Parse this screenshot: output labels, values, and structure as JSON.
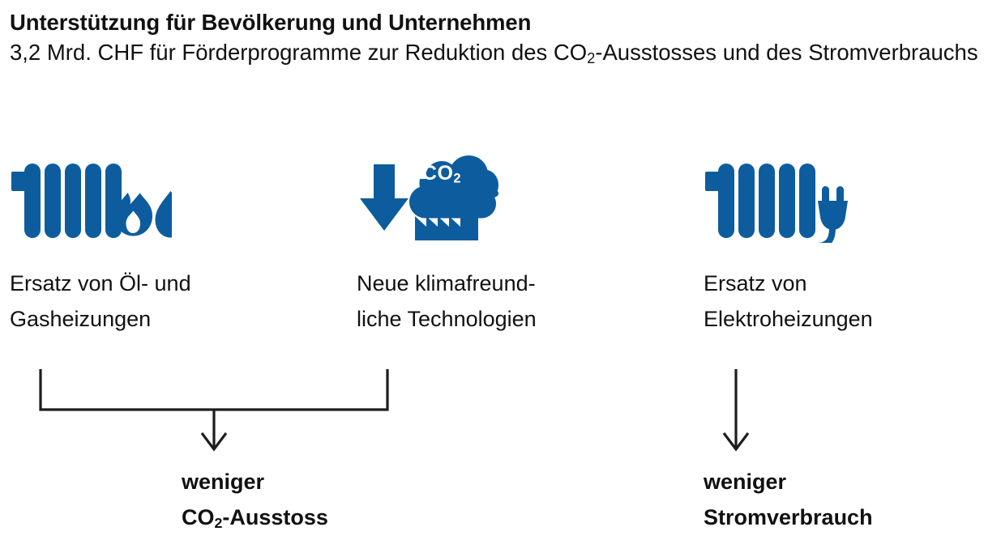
{
  "header": {
    "title": "Unterstützung für Bevölkerung und Unternehmen",
    "subtitle_line1_a": "3,2 Mrd. CHF für Förderprogramme zur Reduktion des CO",
    "subtitle_sub1": "2",
    "subtitle_line1_b": "-Ausstosses und",
    "subtitle_line2": "des Stromverbrauchs"
  },
  "colors": {
    "icon_blue": "#0d5d9e",
    "text": "#111111",
    "connector": "#1d1d1d",
    "background": "#ffffff"
  },
  "columns": [
    {
      "id": "oil-gas",
      "icon": "radiator-flame-droplet-icon",
      "caption_line1": "Ersatz von Öl- und",
      "caption_line2": "Gasheizungen"
    },
    {
      "id": "new-tech",
      "icon": "co2-reduction-factory-icon",
      "icon_label": "CO",
      "icon_label_sub": "2",
      "caption_line1": "Neue klimafreund-",
      "caption_line2": "liche Technologien"
    },
    {
      "id": "electric-heating",
      "icon": "radiator-plug-icon",
      "caption_line1": "Ersatz von",
      "caption_line2": "Elektroheizungen"
    }
  ],
  "outcomes": [
    {
      "id": "less-co2",
      "line1": "weniger",
      "line2_a": "CO",
      "line2_sub": "2",
      "line2_b": "-Ausstoss"
    },
    {
      "id": "less-electricity",
      "line1": "weniger",
      "line2_a": "Stromverbrauch",
      "line2_sub": "",
      "line2_b": ""
    }
  ]
}
